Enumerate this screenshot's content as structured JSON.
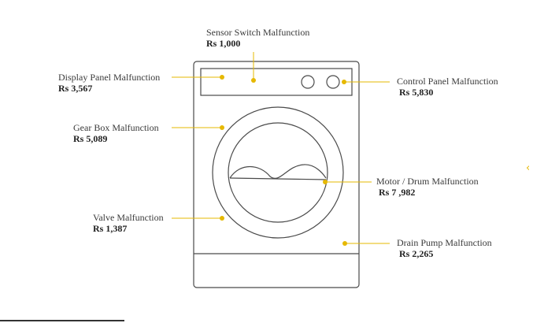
{
  "colors": {
    "accent": "#e6b800",
    "outline": "#4a4a4a"
  },
  "parts": {
    "sensor": {
      "name": "Sensor Switch Malfunction",
      "price": "Rs 1,000"
    },
    "display": {
      "name": "Display Panel Malfunction",
      "price": "Rs 3,567"
    },
    "control": {
      "name": "Control Panel Malfunction",
      "price": "Rs 5,830"
    },
    "gearbox": {
      "name": "Gear Box Malfunction",
      "price": "Rs 5,089"
    },
    "motor": {
      "name": "Motor / Drum Malfunction",
      "price": "Rs 7 ,982"
    },
    "valve": {
      "name": "Valve Malfunction",
      "price": "Rs 1,387"
    },
    "drain": {
      "name": "Drain Pump Malfunction",
      "price": "Rs 2,265"
    }
  },
  "icons": {
    "edge_chevron": "chevron-left-icon"
  }
}
